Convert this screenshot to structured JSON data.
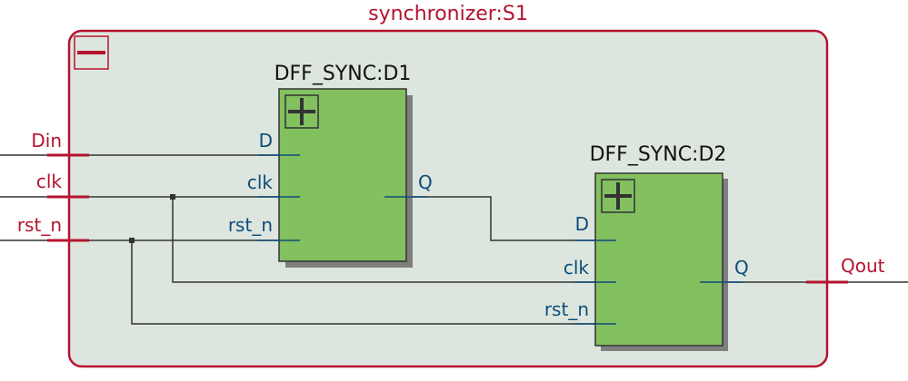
{
  "top_module": {
    "title": "synchronizer:S1",
    "collapse_symbol": "minus-icon"
  },
  "top_ports": {
    "inputs": [
      "Din",
      "clk",
      "rst_n"
    ],
    "outputs": [
      "Qout"
    ]
  },
  "instances": [
    {
      "title": "DFF_SYNC:D1",
      "expand_symbol": "plus-icon",
      "inputs": [
        "D",
        "clk",
        "rst_n"
      ],
      "outputs": [
        "Q"
      ]
    },
    {
      "title": "DFF_SYNC:D2",
      "expand_symbol": "plus-icon",
      "inputs": [
        "D",
        "clk",
        "rst_n"
      ],
      "outputs": [
        "Q"
      ]
    }
  ],
  "colors": {
    "module_border": "#b5132e",
    "module_fill": "#dde6de",
    "instance_fill": "#82c060",
    "instance_border": "#333333",
    "port_label_top": "#b5132e",
    "port_label_inner": "#0e4c7a",
    "wire": "#333333"
  }
}
